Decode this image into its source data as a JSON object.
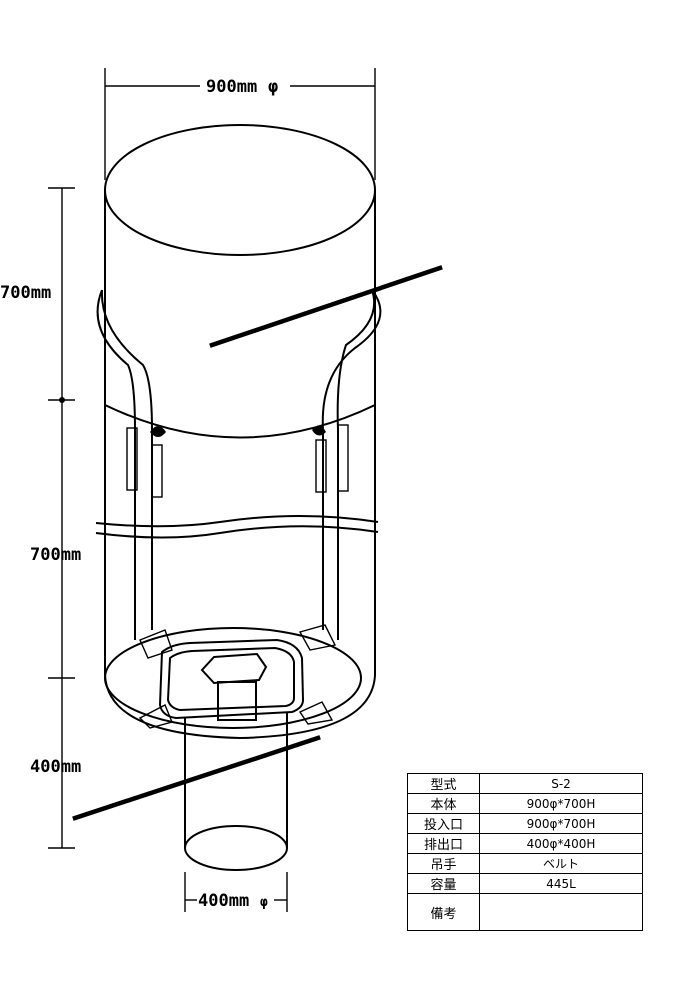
{
  "dimensions": {
    "top_diameter": "900mm",
    "phi_symbol": "φ",
    "upper_height": "700mm",
    "lower_height": "700mm",
    "spout_height": "400mm",
    "spout_diameter": "400mm"
  },
  "spec_table": [
    {
      "key": "型式",
      "value": "S-2"
    },
    {
      "key": "本体",
      "value": "900φ*700H"
    },
    {
      "key": "投入口",
      "value": "900φ*700H"
    },
    {
      "key": "排出口",
      "value": "400φ*400H"
    },
    {
      "key": "吊手",
      "value": "ベルト"
    },
    {
      "key": "容量",
      "value": "445L"
    },
    {
      "key": "備考",
      "value": ""
    }
  ]
}
